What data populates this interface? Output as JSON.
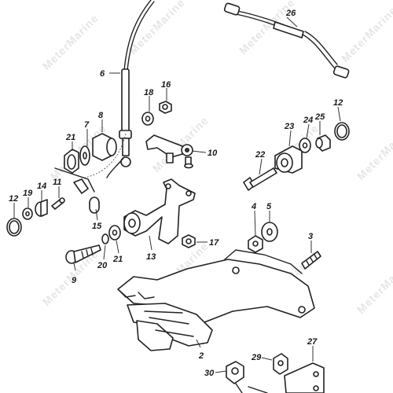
{
  "watermark": {
    "text": "MeterMarine"
  },
  "callouts": {
    "c2": "2",
    "c3": "3",
    "c4": "4",
    "c5": "5",
    "c6": "6",
    "c7": "7",
    "c8": "8",
    "c9": "9",
    "c10": "10",
    "c11": "11",
    "c12": "12",
    "c12b": "12",
    "c13": "13",
    "c14": "14",
    "c15": "15",
    "c16": "16",
    "c17": "17",
    "c18": "18",
    "c19": "19",
    "c20": "20",
    "c21": "21",
    "c21b": "21",
    "c22": "22",
    "c23": "23",
    "c24": "24",
    "c25": "25",
    "c26": "26",
    "c27": "27",
    "c29": "29",
    "c30": "30"
  }
}
